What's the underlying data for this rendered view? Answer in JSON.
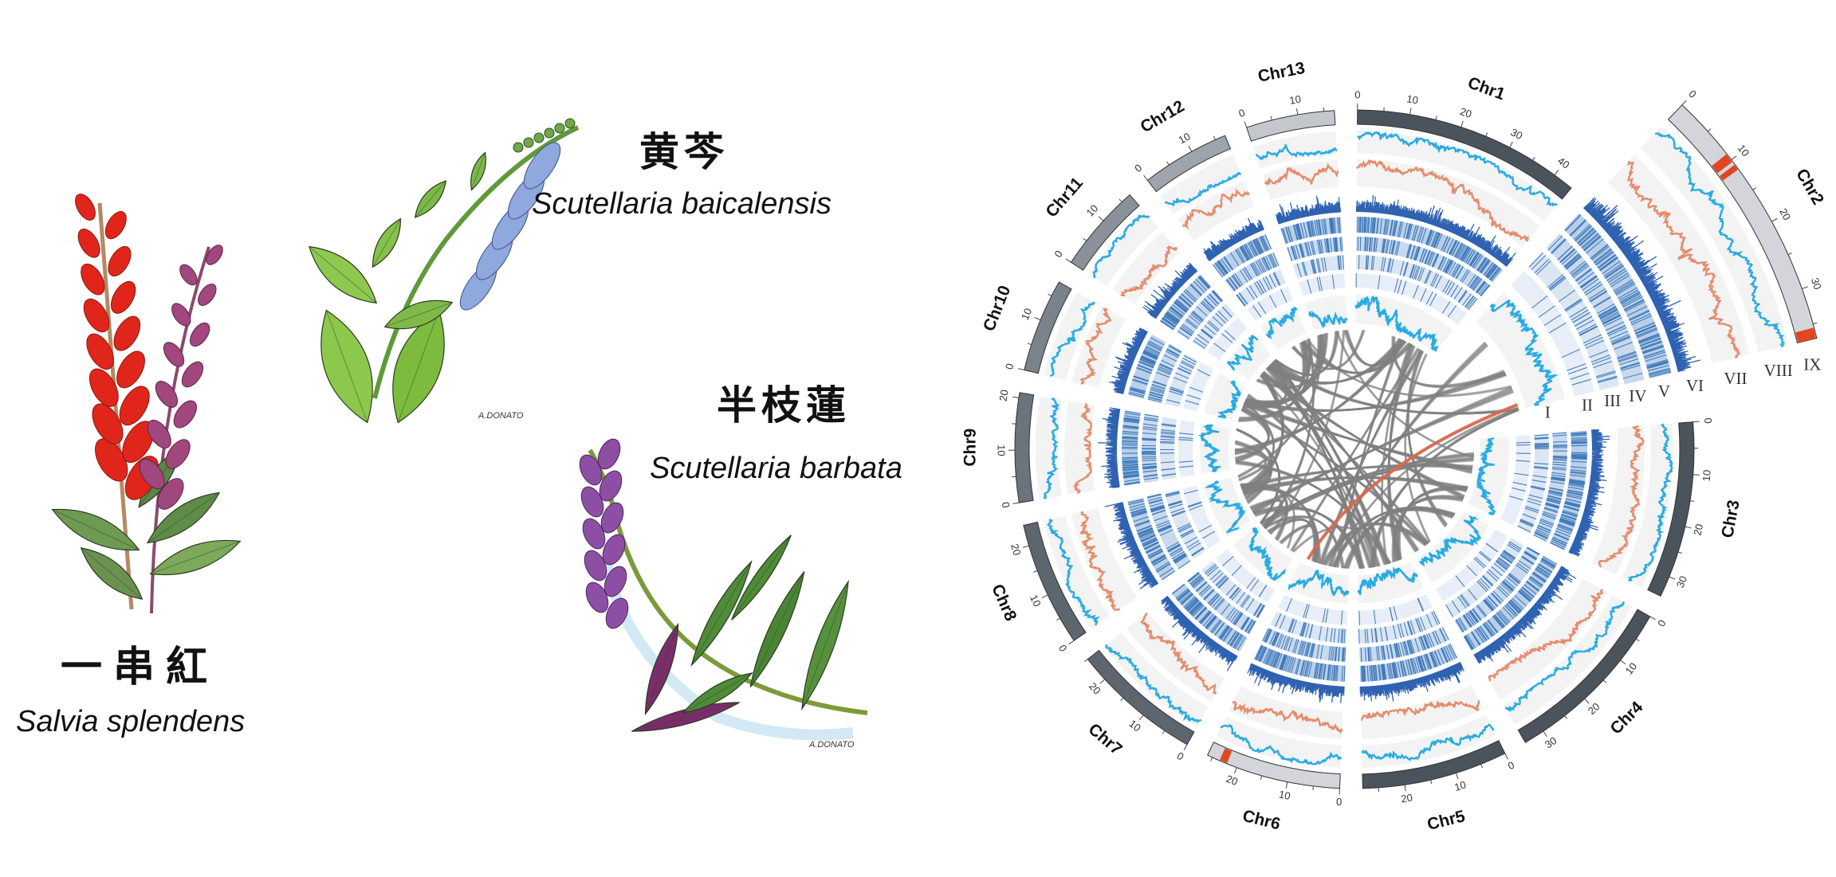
{
  "species": [
    {
      "chinese": "一串紅",
      "latin": "Salvia splendens"
    },
    {
      "chinese": "黄芩",
      "latin": "Scutellaria baicalensis"
    },
    {
      "chinese": "半枝蓮",
      "latin": "Scutellaria barbata"
    }
  ],
  "illustration_signature": "A.DONATO",
  "circos": {
    "tick_step_mb": 10,
    "minor_tick_step_mb": 5,
    "chromosomes": [
      {
        "name": "Chr1",
        "length": 44,
        "color": "#4b535c"
      },
      {
        "name": "Chr2",
        "length": 37,
        "color": "#d3d5da",
        "exploded": true
      },
      {
        "name": "Chr3",
        "length": 34,
        "color": "#4b535c"
      },
      {
        "name": "Chr4",
        "length": 34,
        "color": "#4b535c"
      },
      {
        "name": "Chr5",
        "length": 28,
        "color": "#4b535c"
      },
      {
        "name": "Chr6",
        "length": 26,
        "color": "#d3d5da"
      },
      {
        "name": "Chr7",
        "length": 25,
        "color": "#5d656e"
      },
      {
        "name": "Chr8",
        "length": 24,
        "color": "#5d656e"
      },
      {
        "name": "Chr9",
        "length": 21,
        "color": "#6b737c"
      },
      {
        "name": "Chr10",
        "length": 18,
        "color": "#7a828b"
      },
      {
        "name": "Chr11",
        "length": 17,
        "color": "#8a9199"
      },
      {
        "name": "Chr12",
        "length": 17,
        "color": "#9ea4ab"
      },
      {
        "name": "Chr13",
        "length": 17,
        "color": "#c4c7cc"
      }
    ],
    "highlights": [
      {
        "chr": "Chr2",
        "start": 9,
        "end": 10.3
      },
      {
        "chr": "Chr2",
        "start": 10.8,
        "end": 11.6
      },
      {
        "chr": "Chr2",
        "start": 35.5,
        "end": 37
      },
      {
        "chr": "Chr6",
        "start": 22,
        "end": 23.5
      }
    ],
    "highlight_link": {
      "from": {
        "chr": "Chr2",
        "pos": 35
      },
      "to": {
        "chr": "Chr6",
        "pos": 23
      }
    },
    "track_labels": [
      "I",
      "II",
      "III",
      "IV",
      "V",
      "VI",
      "VII",
      "VIII",
      "IX"
    ],
    "colors": {
      "line_track": "#29abe2",
      "gc_track": "#e38d6e",
      "histogram": "#2f62b0",
      "heatmap_line": "#2e6db4",
      "highlight": "#e2451f",
      "link": "#7f7f7f",
      "highlight_link": "#d9674a"
    }
  }
}
